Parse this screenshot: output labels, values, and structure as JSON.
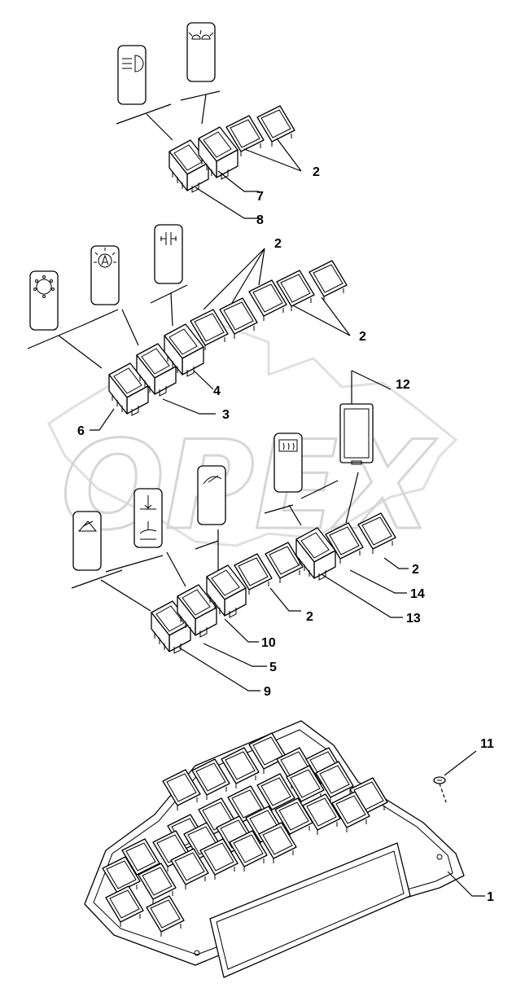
{
  "watermark": "OPEX",
  "callouts": [
    {
      "id": "c2a",
      "text": "2"
    },
    {
      "id": "c7",
      "text": "7"
    },
    {
      "id": "c8",
      "text": "8"
    },
    {
      "id": "c2b",
      "text": "2"
    },
    {
      "id": "c2c",
      "text": "2"
    },
    {
      "id": "c4",
      "text": "4"
    },
    {
      "id": "c3",
      "text": "3"
    },
    {
      "id": "c6",
      "text": "6"
    },
    {
      "id": "c12",
      "text": "12"
    },
    {
      "id": "c2d",
      "text": "2"
    },
    {
      "id": "c14",
      "text": "14"
    },
    {
      "id": "c2e",
      "text": "2"
    },
    {
      "id": "c13",
      "text": "13"
    },
    {
      "id": "c10",
      "text": "10"
    },
    {
      "id": "c5",
      "text": "5"
    },
    {
      "id": "c9",
      "text": "9"
    },
    {
      "id": "c11",
      "text": "11"
    },
    {
      "id": "c1",
      "text": "1"
    }
  ],
  "symbol_icons": [
    "work-light-icon",
    "road-lights-icon",
    "rotating-beacon-icon",
    "auto-mode-icon",
    "differential-lock-icon",
    "rear-wiper-icon",
    "implement-raise-icon",
    "front-wiper-icon",
    "mirror-heat-icon"
  ]
}
